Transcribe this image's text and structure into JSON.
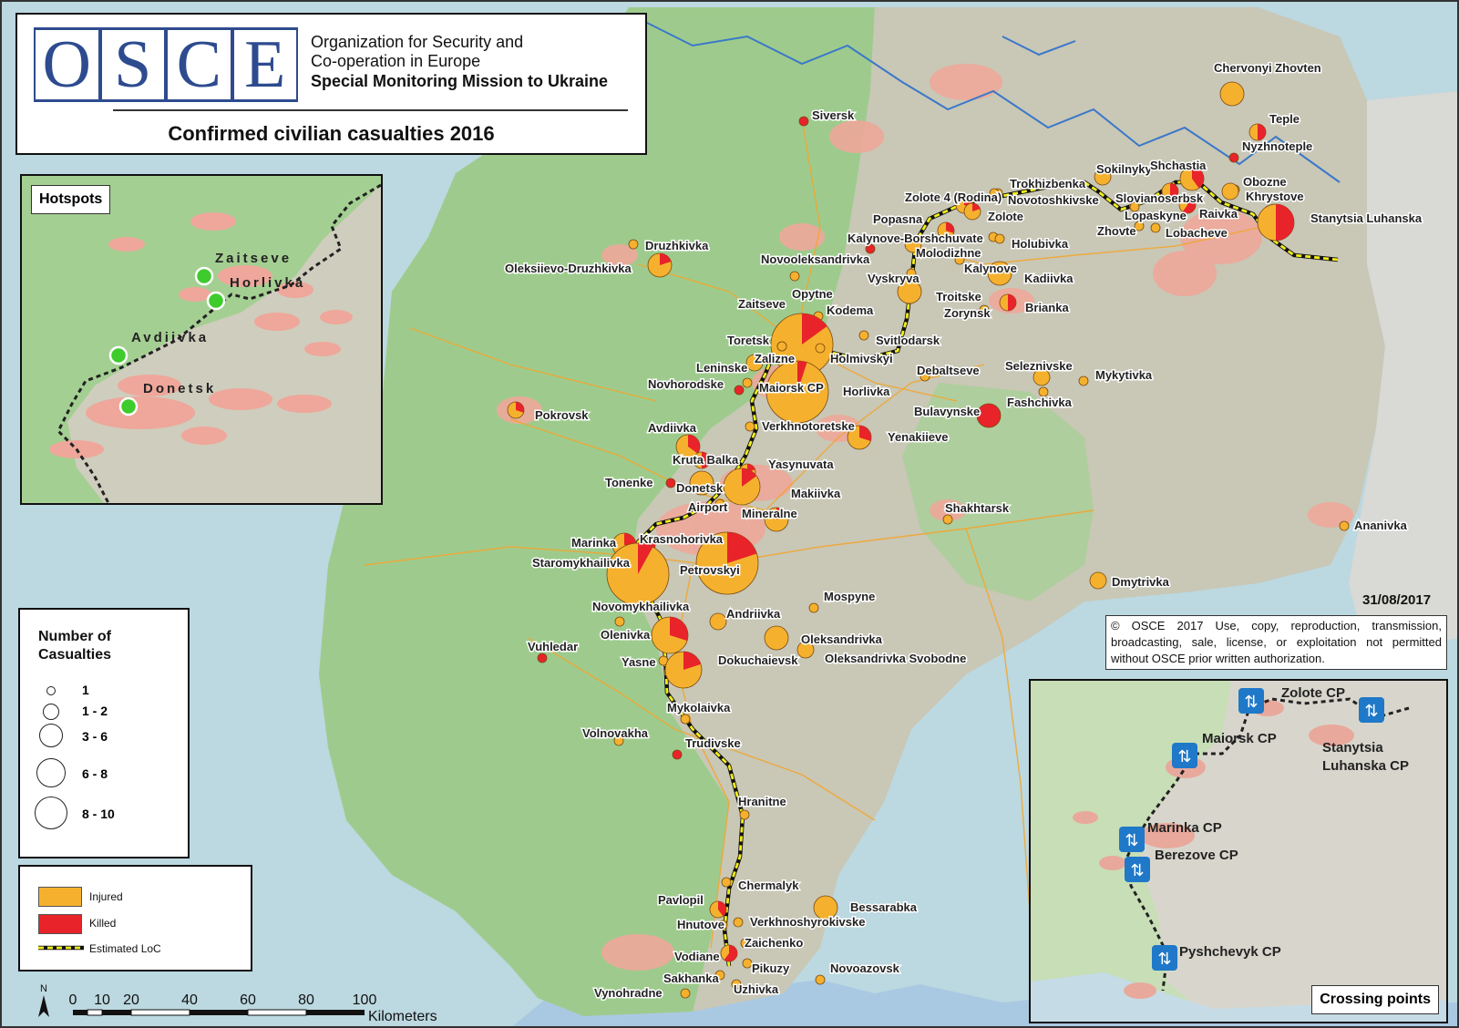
{
  "header": {
    "logo_letters": [
      "O",
      "S",
      "C",
      "E"
    ],
    "org_line1": "Organization for Security and",
    "org_line2": "Co-operation in Europe",
    "org_line3": "Special Monitoring Mission to Ukraine",
    "title": "Confirmed civilian casualties 2016"
  },
  "colors": {
    "injured": "#f5b12e",
    "killed": "#e8232a",
    "loc": "#f2ee1a",
    "controlled_area": "#9ecb8d",
    "non_controlled_area": "#c9c7b6",
    "urban": "#eea79a",
    "water": "#bcd8e0"
  },
  "hotspots": {
    "title": "Hotspots",
    "places": [
      {
        "name": "Zaitseve"
      },
      {
        "name": "Horlivka"
      },
      {
        "name": "Avdiivka"
      },
      {
        "name": "Donetsk"
      }
    ]
  },
  "legend": {
    "size_title_1": "Number of",
    "size_title_2": "Casualties",
    "size_classes": [
      "1",
      "1 - 2",
      "3 - 6",
      "6 - 8",
      "8 - 10"
    ],
    "type_items": [
      "Injured",
      "Killed",
      "Estimated LoC"
    ]
  },
  "date": "31/08/2017",
  "copyright": "© OSCE 2017 Use, copy, reproduction, transmission, broadcasting, sale, license, or exploitation not permitted without OSCE prior written authorization.",
  "scale": {
    "ticks": [
      "0",
      "10",
      "20",
      "40",
      "60",
      "80",
      "100"
    ],
    "unit": "Kilometers",
    "north": "N"
  },
  "crossing": {
    "title": "Crossing points",
    "points": [
      {
        "name": "Zolote CP"
      },
      {
        "name": "Stanytsia"
      },
      {
        "name": "Luhanska CP"
      },
      {
        "name": "Maiorsk CP"
      },
      {
        "name": "Marinka CP"
      },
      {
        "name": "Berezove CP"
      },
      {
        "name": "Pyshchevyk CP"
      }
    ]
  },
  "places": [
    {
      "name": "Siversk",
      "size": 1,
      "killed": 1.0
    },
    {
      "name": "Chervonyi Zhovten",
      "size": 3,
      "killed": 0.0
    },
    {
      "name": "Teple",
      "size": 2,
      "killed": 0.5
    },
    {
      "name": "Nyzhnoteple",
      "size": 1,
      "killed": 1.0
    },
    {
      "name": "Sokilnyky",
      "size": 2,
      "killed": 0.0
    },
    {
      "name": "Shchastia",
      "size": 3,
      "killed": 0.4
    },
    {
      "name": "Trokhizbenka",
      "size": 1,
      "killed": 0.0
    },
    {
      "name": "Obozne",
      "size": 1,
      "killed": 0.0
    },
    {
      "name": "Slovianoserbsk",
      "size": 2,
      "killed": 0.5
    },
    {
      "name": "Khrystove",
      "size": 2,
      "killed": 0.0
    },
    {
      "name": "Novotoshkivske",
      "size": 1,
      "killed": 0.0
    },
    {
      "name": "Zolote 4 (Rodina)",
      "size": 2,
      "killed": 0.3
    },
    {
      "name": "Zolote",
      "size": 2,
      "killed": 0.2
    },
    {
      "name": "Lopaskyne",
      "size": 1,
      "killed": 0.0
    },
    {
      "name": "Raivka",
      "size": 2,
      "killed": 0.6
    },
    {
      "name": "Zhovte",
      "size": 1,
      "killed": 0.0
    },
    {
      "name": "Lobacheve",
      "size": 1,
      "killed": 0.0
    },
    {
      "name": "Stanytsia Luhanska",
      "size": 4,
      "killed": 0.5
    },
    {
      "name": "Popasna",
      "size": 2,
      "killed": 0.3
    },
    {
      "name": "Kalynove-Borshchuvate",
      "size": 1,
      "killed": 0.0
    },
    {
      "name": "Holubivka",
      "size": 1,
      "killed": 0.0
    },
    {
      "name": "Druzhkivka",
      "size": 1,
      "killed": 0.0
    },
    {
      "name": "Novooleksandrivka",
      "size": 1,
      "killed": 1.0
    },
    {
      "name": "Molodizhne",
      "size": 2,
      "killed": 0.0
    },
    {
      "name": "Kalynove",
      "size": 1,
      "killed": 0.0
    },
    {
      "name": "Oleksiievo-Druzhkivka",
      "size": 3,
      "killed": 0.2
    },
    {
      "name": "Vyskryva",
      "size": 1,
      "killed": 0.0
    },
    {
      "name": "Kadiivka",
      "size": 3,
      "killed": 0.0
    },
    {
      "name": "Opytne",
      "size": 1,
      "killed": 0.0
    },
    {
      "name": "Troitske",
      "size": 3,
      "killed": 0.0
    },
    {
      "name": "Brianka",
      "size": 2,
      "killed": 0.5
    },
    {
      "name": "Zorynsk",
      "size": 1,
      "killed": 0.0
    },
    {
      "name": "Kodema",
      "size": 1,
      "killed": 0.0
    },
    {
      "name": "Zaitseve",
      "size": 5,
      "killed": 0.15
    },
    {
      "name": "Svitlodarsk",
      "size": 1,
      "killed": 0.0
    },
    {
      "name": "Toretsk",
      "size": 1,
      "killed": 0.0
    },
    {
      "name": "Zalizne",
      "size": 1,
      "killed": 0.0
    },
    {
      "name": "Holmivskyi",
      "size": 1,
      "killed": 0.0
    },
    {
      "name": "Leninske",
      "size": 2,
      "killed": 0.0
    },
    {
      "name": "Seleznivske",
      "size": 2,
      "killed": 0.0
    },
    {
      "name": "Mykytivka",
      "size": 1,
      "killed": 0.0
    },
    {
      "name": "Debaltseve",
      "size": 1,
      "killed": 0.0
    },
    {
      "name": "Maiorsk CP",
      "size": 1,
      "killed": 0.0
    },
    {
      "name": "Novhorodske",
      "size": 1,
      "killed": 1.0
    },
    {
      "name": "Horlivka",
      "size": 5,
      "killed": 0.05
    },
    {
      "name": "Fashchivka",
      "size": 1,
      "killed": 0.0
    },
    {
      "name": "Pokrovsk",
      "size": 2,
      "killed": 0.3
    },
    {
      "name": "Bulavynske",
      "size": 3,
      "killed": 1.0
    },
    {
      "name": "Verkhnotoretske",
      "size": 1,
      "killed": 0.0
    },
    {
      "name": "Yenakiieve",
      "size": 3,
      "killed": 0.3
    },
    {
      "name": "Avdiivka",
      "size": 3,
      "killed": 0.35
    },
    {
      "name": "Kruta Balka",
      "size": 2,
      "killed": 0.5
    },
    {
      "name": "Yasynuvata",
      "size": 2,
      "killed": 0.2
    },
    {
      "name": "Tonenke",
      "size": 1,
      "killed": 1.0
    },
    {
      "name": "Donetsk",
      "size": 3,
      "killed": 0.0
    },
    {
      "name": "Makiivka",
      "size": 4,
      "killed": 0.15
    },
    {
      "name": "Airport",
      "size": 1,
      "killed": 0.0
    },
    {
      "name": "Mineralne",
      "size": 3,
      "killed": 0.2
    },
    {
      "name": "Shakhtarsk",
      "size": 1,
      "killed": 0.0
    },
    {
      "name": "Ananivka",
      "size": 1,
      "killed": 0.0
    },
    {
      "name": "Marinka",
      "size": 3,
      "killed": 0.3
    },
    {
      "name": "Krasnohorivka",
      "size": 2,
      "killed": 0.5
    },
    {
      "name": "Petrovskyi",
      "size": 5,
      "killed": 0.2
    },
    {
      "name": "Staromykhailivka",
      "size": 5,
      "killed": 0.08
    },
    {
      "name": "Dmytrivka",
      "size": 2,
      "killed": 0.0
    },
    {
      "name": "Mospyne",
      "size": 1,
      "killed": 0.0
    },
    {
      "name": "Novomykhailivka",
      "size": 1,
      "killed": 0.0
    },
    {
      "name": "Andriivka",
      "size": 2,
      "killed": 0.0
    },
    {
      "name": "Olenivka",
      "size": 4,
      "killed": 0.3
    },
    {
      "name": "Oleksandrivka",
      "size": 3,
      "killed": 0.0
    },
    {
      "name": "Vuhledar",
      "size": 1,
      "killed": 1.0
    },
    {
      "name": "Yasne",
      "size": 1,
      "killed": 0.0
    },
    {
      "name": "Dokuchaievsk",
      "size": 4,
      "killed": 0.2
    },
    {
      "name": "Oleksandrivka Svobodne",
      "size": 2,
      "killed": 0.0
    },
    {
      "name": "Mykolaivka",
      "size": 1,
      "killed": 0.0
    },
    {
      "name": "Volnovakha",
      "size": 1,
      "killed": 0.0
    },
    {
      "name": "Trudivske",
      "size": 1,
      "killed": 1.0
    },
    {
      "name": "Hranitne",
      "size": 1,
      "killed": 0.0
    },
    {
      "name": "Chermalyk",
      "size": 1,
      "killed": 0.0
    },
    {
      "name": "Pavlopil",
      "size": 2,
      "killed": 0.4
    },
    {
      "name": "Bessarabka",
      "size": 3,
      "killed": 0.0
    },
    {
      "name": "Hnutove",
      "size": 1,
      "killed": 0.0
    },
    {
      "name": "Verkhnoshyrokivske",
      "size": 1,
      "killed": 0.0
    },
    {
      "name": "Zaichenko",
      "size": 1,
      "killed": 0.0
    },
    {
      "name": "Vodiane",
      "size": 2,
      "killed": 0.6
    },
    {
      "name": "Pikuzy",
      "size": 1,
      "killed": 0.0
    },
    {
      "name": "Novoazovsk",
      "size": 1,
      "killed": 0.0
    },
    {
      "name": "Sakhanka",
      "size": 1,
      "killed": 0.0
    },
    {
      "name": "Uzhivka",
      "size": 1,
      "killed": 0.0
    },
    {
      "name": "Vynohradne",
      "size": 1,
      "killed": 0.0
    }
  ]
}
